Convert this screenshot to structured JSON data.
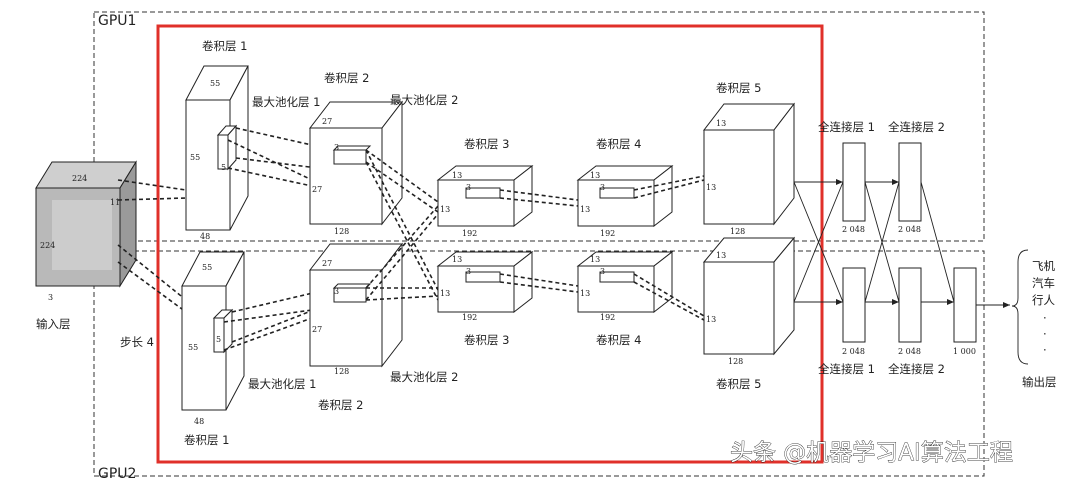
{
  "gpu1_label": "GPU1",
  "gpu2_label": "GPU2",
  "input": {
    "label": "输入层",
    "dim_h": "224",
    "dim_w": "224",
    "depth": "3",
    "k": "11",
    "stride_label": "步长 4"
  },
  "top": {
    "conv1": {
      "label": "卷积层 1",
      "h": "55",
      "w": "55",
      "d": "48",
      "k": "5"
    },
    "pool1": "最大池化层 1",
    "conv2": {
      "label": "卷积层 2",
      "h": "27",
      "w": "27",
      "d": "128",
      "k": "3"
    },
    "pool2": "最大池化层 2",
    "conv3": {
      "label": "卷积层 3",
      "h": "13",
      "w": "13",
      "d": "192",
      "k": "3"
    },
    "conv4": {
      "label": "卷积层 4",
      "h": "13",
      "w": "13",
      "d": "192",
      "k": "3"
    },
    "conv5": {
      "label": "卷积层 5",
      "h": "13",
      "w": "13",
      "d": "128"
    },
    "fc1": {
      "label": "全连接层 1",
      "n": "2 048"
    },
    "fc2": {
      "label": "全连接层 2",
      "n": "2 048"
    }
  },
  "bottom": {
    "conv1": {
      "label": "卷积层 1",
      "h": "55",
      "w": "55",
      "d": "48",
      "k": "5"
    },
    "pool1": "最大池化层 1",
    "conv2": {
      "label": "卷积层 2",
      "h": "27",
      "w": "27",
      "d": "128",
      "k": "3"
    },
    "pool2": "最大池化层 2",
    "conv3": {
      "label": "卷积层 3",
      "h": "13",
      "w": "13",
      "d": "192",
      "k": "3"
    },
    "conv4": {
      "label": "卷积层 4",
      "h": "13",
      "w": "13",
      "d": "192",
      "k": "3"
    },
    "conv5": {
      "label": "卷积层 5",
      "h": "13",
      "w": "13",
      "d": "128"
    },
    "fc1": {
      "label": "全连接层 1",
      "n": "2 048"
    },
    "fc2": {
      "label": "全连接层 2",
      "n": "2 048"
    },
    "out_fc": {
      "n": "1 000"
    }
  },
  "output": {
    "label": "输出层",
    "items": [
      "飞机",
      "汽车",
      "行人",
      "·",
      "·",
      "·"
    ]
  },
  "watermark": "头条 @机器学习AI算法工程",
  "colors": {
    "highlight": "#e0302a",
    "ink": "#222222"
  }
}
